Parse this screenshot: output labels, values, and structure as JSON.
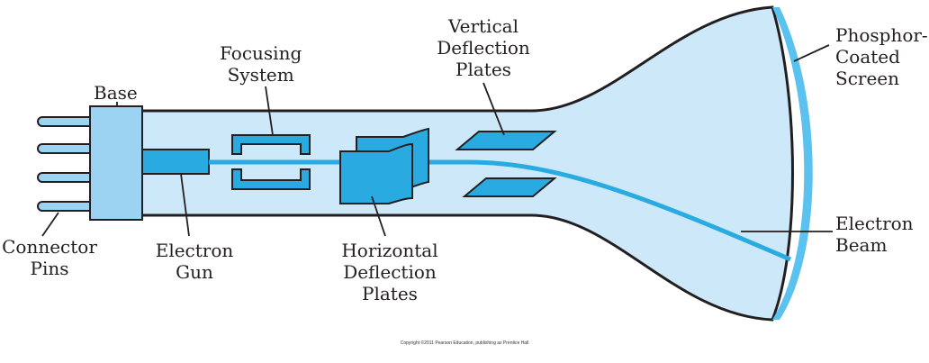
{
  "labels": {
    "base": "Base",
    "focusing_system": [
      "Focusing",
      "System"
    ],
    "vertical_deflection_plates": [
      "Vertical",
      "Deflection",
      "Plates"
    ],
    "phosphor_coated_screen": [
      "Phosphor-",
      "Coated",
      "Screen"
    ],
    "connector_pins": [
      "Connector",
      "Pins"
    ],
    "electron_gun": [
      "Electron",
      "Gun"
    ],
    "horizontal_deflection_plates": [
      "Horizontal",
      "Deflection",
      "Plates"
    ],
    "electron_beam": [
      "Electron",
      "Beam"
    ]
  },
  "copyright": "Copyright ©2011 Pearson Education, publishing as Prentice Hall",
  "colors": {
    "tube_fill": "#cde9f9",
    "component_fill": "#29abe2",
    "base_fill": "#9cd3f2",
    "screen": "#5bc2f0",
    "outline": "#231f20"
  }
}
